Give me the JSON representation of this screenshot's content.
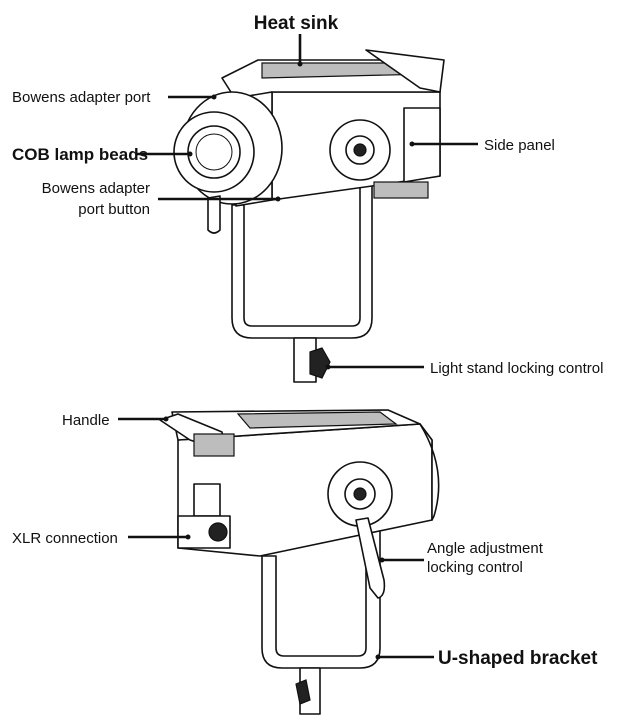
{
  "labels": {
    "heat_sink": "Heat sink",
    "bowens_adapter_port": "Bowens adapter port",
    "cob_lamp_beads": "COB lamp beads",
    "bowens_adapter_port_button_line1": "Bowens adapter",
    "bowens_adapter_port_button_line2": "port button",
    "side_panel": "Side panel",
    "light_stand_locking_control": "Light stand locking control",
    "handle": "Handle",
    "xlr_connection": "XLR connection",
    "angle_adjustment_line1": "Angle adjustment",
    "angle_adjustment_line2": "locking control",
    "u_shaped_bracket": "U-shaped bracket"
  }
}
